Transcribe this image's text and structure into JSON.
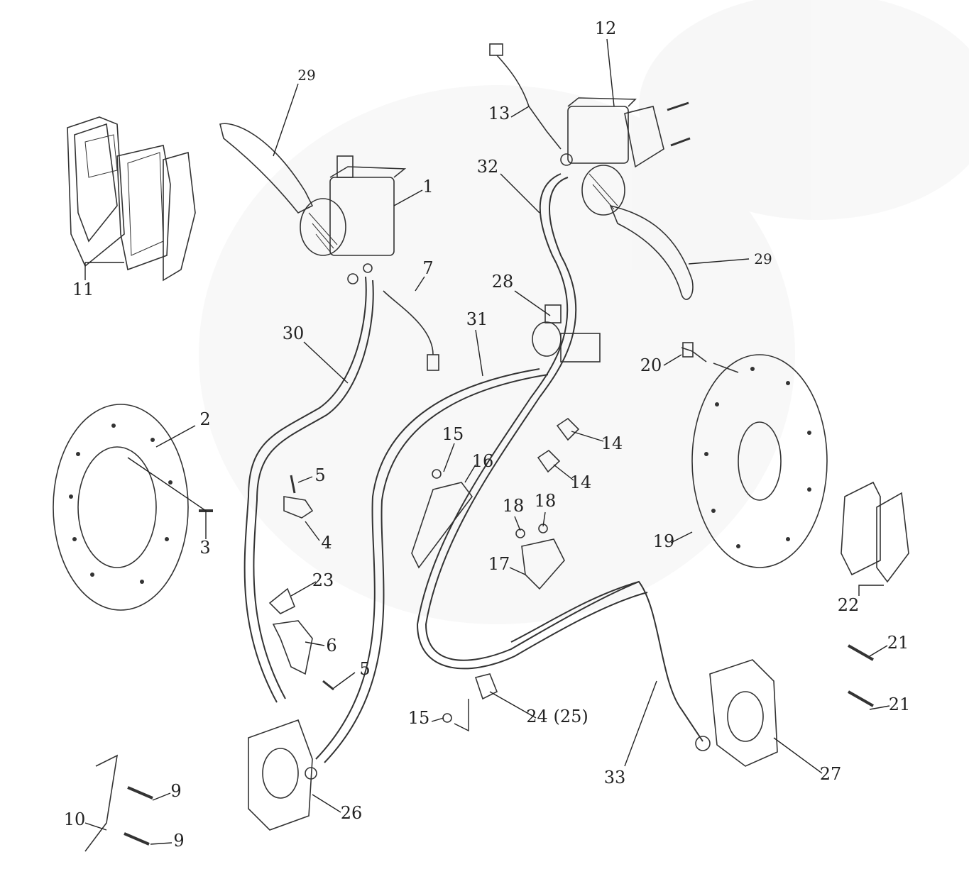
{
  "title": "Brake system exploded parts diagram",
  "callouts": [
    "29",
    "1",
    "11",
    "7",
    "30",
    "31",
    "28",
    "12",
    "13",
    "32",
    "29",
    "20",
    "2",
    "3",
    "5",
    "4",
    "15",
    "16",
    "14",
    "14",
    "18",
    "18",
    "17",
    "23",
    "6",
    "5",
    "19",
    "22",
    "21",
    "21",
    "24 (25)",
    "15",
    "33",
    "27",
    "9",
    "9",
    "10",
    "26"
  ]
}
